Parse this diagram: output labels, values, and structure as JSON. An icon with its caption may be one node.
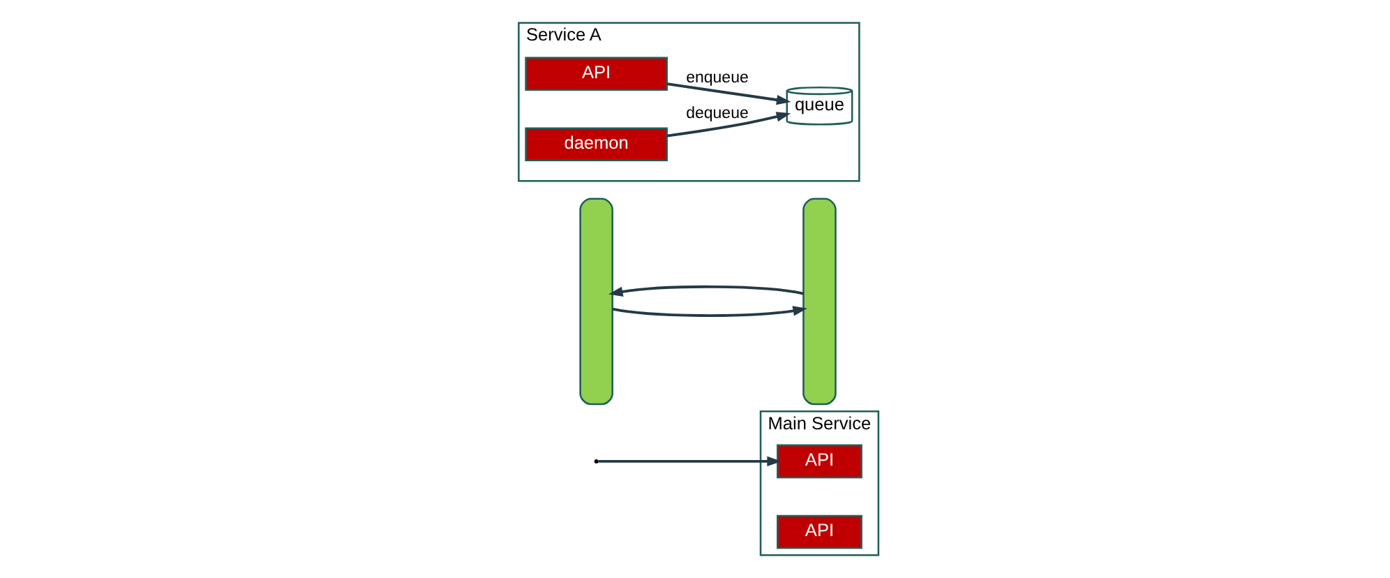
{
  "diagram": {
    "nodes": [
      {
        "text": [
          "Main Service"
        ]
      },
      {
        "text": [
          "API"
        ],
        "in": 0
      },
      {
        "text": [],
        "shape": "bar"
      },
      {
        "text": [],
        "shape": "bar"
      },
      {
        "text": [
          "Service A"
        ]
      },
      {
        "text": [
          "API"
        ],
        "in": 4
      },
      {
        "text": [
          "queue"
        ],
        "in": 4
      },
      {
        "text": [
          "API"
        ],
        "in": 0
      },
      {
        "text": [
          "daemon"
        ],
        "in": 4
      }
    ],
    "edges": [
      {
        "from": null,
        "to": 1,
        "arrow": "to"
      },
      {
        "from": 2,
        "to": 3,
        "arrow": "to"
      },
      {
        "from": 5,
        "to": 6,
        "arrow": "to",
        "label": "enqueue"
      },
      {
        "from": 8,
        "to": 6,
        "arrow": "to",
        "label": "dequeue"
      },
      {
        "from": 3,
        "to": 2,
        "arrow": "to"
      }
    ]
  }
}
